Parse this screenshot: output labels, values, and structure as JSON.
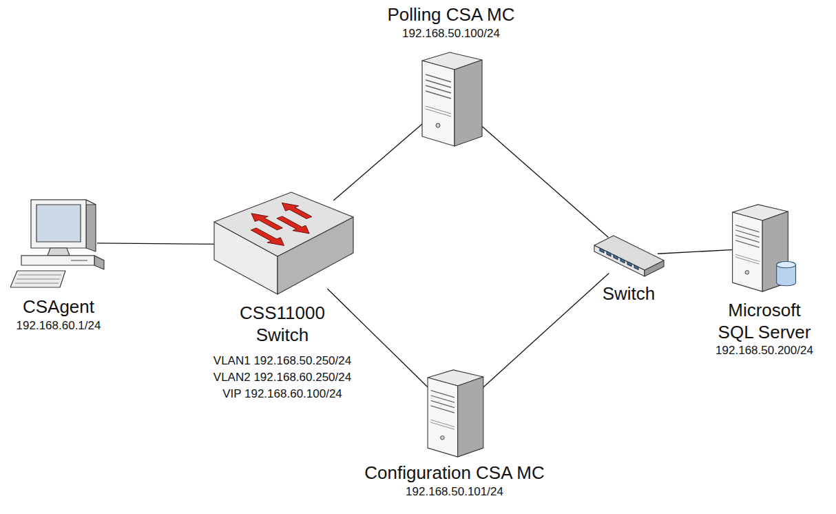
{
  "diagram": {
    "nodes": [
      {
        "text": [
          "CSAgent",
          "192.168.60.1/24"
        ]
      },
      {
        "text": [
          "CSS11000 Switch",
          "VLAN1 192.168.50.250/24",
          "VLAN2 192.168.60.250/24",
          "VIP 192.168.60.100/24"
        ]
      },
      {
        "text": [
          "Polling CSA MC",
          "192.168.50.100/24"
        ]
      },
      {
        "text": [
          "Configuration CSA MC",
          "192.168.50.101/24"
        ]
      },
      {
        "text": [
          "Switch"
        ]
      },
      {
        "text": [
          "Microsoft SQL Server",
          "192.168.50.200/24"
        ]
      }
    ],
    "edges": [
      {
        "from": 0,
        "to": 1,
        "arrow": "none"
      },
      {
        "from": 1,
        "to": 2,
        "arrow": "none"
      },
      {
        "from": 1,
        "to": 3,
        "arrow": "none"
      },
      {
        "from": 2,
        "to": 4,
        "arrow": "none"
      },
      {
        "from": 3,
        "to": 4,
        "arrow": "none"
      },
      {
        "from": 4,
        "to": 5,
        "arrow": "none"
      }
    ]
  }
}
